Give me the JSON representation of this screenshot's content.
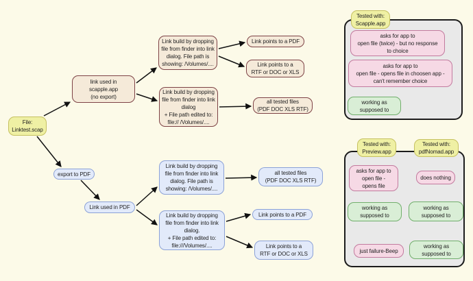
{
  "colors": {
    "canvas_bg": "#fcfae8",
    "yellow_fill": "#eff0a4",
    "yellow_border": "#c5c060",
    "tan_fill": "#f5ead9",
    "tan_border": "#7d4245",
    "blue_fill": "#e2eafa",
    "blue_border": "#8ba1d7",
    "pink_fill": "#f6d9e5",
    "pink_border": "#c27a9e",
    "green_fill": "#d9eed6",
    "green_border": "#70ae6b",
    "box_fill": "#e9e9e9",
    "box_border": "#1b1b1b",
    "arrow": "#111111"
  },
  "notes": {
    "file": "File:\nLinktest.scap",
    "link_used_scapple": "link used in\nscapple.app\n(no export)",
    "build_showing_scapple": "Link build by dropping\nfile from finder into link\ndialog. File path is\nshowing: /Volumes/....",
    "points_pdf_scapple": "Link points to a PDF",
    "points_rtf_scapple": "Link points to a\nRTF or DOC or XLS",
    "build_edited_scapple": "Link build by dropping\nfile from finder into link\ndialog\n+ File path edited to:\nfile:// /Volumes/....",
    "all_tested_scapple": "all tested files\n(PDF DOC XLS RTF)",
    "export_pdf": "export to PDF",
    "link_used_pdf": "Link used in PDF",
    "build_showing_pdf": "Link build by dropping\nfile from finder into link\ndialog. File path is\nshowing: /Volumes/....",
    "all_tested_pdf": "all tested files\n(PDF DOC XLS RTF)",
    "build_edited_pdf": "Link build by dropping\nfile from finder into link\ndialog.\n+ File path edited to:\nfile:///Volumes/....",
    "points_pdf_pdf": "Link points to a PDF",
    "points_rtf_pdf": "Link points to a\nRTF or DOC or XLS"
  },
  "panels": {
    "scapple": {
      "title": "Tested with:\nScapple.app",
      "result_twice": "asks for app to\nopen file (twice) - but no response\nto choice",
      "result_choose": "asks for app to\nopen file - opens file in choosen app -\ncan't remember choice",
      "result_working": "working as\nsupposed to"
    },
    "preview": {
      "title": "Tested with:\nPreview.app",
      "result_asks": "asks for app to\nopen file -\nopens file",
      "result_working": "working as\nsupposed to",
      "result_failure": "just failure-Beep"
    },
    "pdfnomad": {
      "title": "Tested with:\npdfNomad.app",
      "result_nothing": "does nothing",
      "result_working_1": "working as\nsupposed to",
      "result_working_2": "working as\nsupposed to"
    }
  }
}
